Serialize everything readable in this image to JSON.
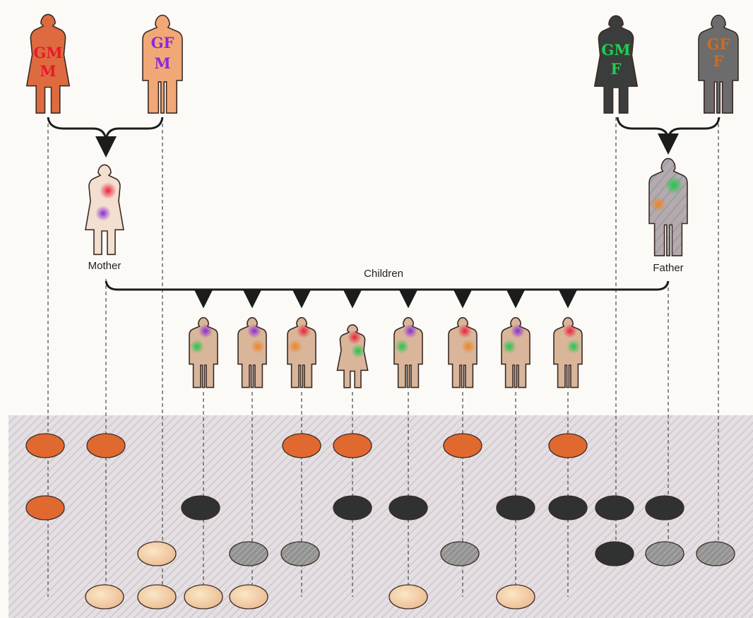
{
  "labels": {
    "children": "Children",
    "mother": "Mother",
    "father": "Father"
  },
  "grandparents": {
    "maternal_grandmother": {
      "line1": "GM",
      "line2": "M",
      "body_color": "#dd6b3f",
      "text_color": "#e8192a"
    },
    "maternal_grandfather": {
      "line1": "GF",
      "line2": "M",
      "body_color": "#f1a876",
      "text_color": "#8a2bd3"
    },
    "paternal_grandmother": {
      "line1": "GM",
      "line2": "F",
      "body_color": "#3a3d3b",
      "text_color": "#1fcf4f"
    },
    "paternal_grandfather": {
      "line1": "GF",
      "line2": "F",
      "body_color": "#6c6c6c",
      "text_color": "#d06a22"
    }
  },
  "children": [
    {
      "sex": "male",
      "spots": [
        "purple",
        "green"
      ]
    },
    {
      "sex": "male",
      "spots": [
        "purple",
        "orange"
      ]
    },
    {
      "sex": "male",
      "spots": [
        "red",
        "orange"
      ]
    },
    {
      "sex": "female",
      "spots": [
        "red",
        "green"
      ]
    },
    {
      "sex": "male",
      "spots": [
        "purple",
        "green"
      ]
    },
    {
      "sex": "male",
      "spots": [
        "red",
        "orange"
      ]
    },
    {
      "sex": "male",
      "spots": [
        "purple",
        "green"
      ]
    },
    {
      "sex": "male",
      "spots": [
        "red",
        "green"
      ]
    }
  ],
  "colors": {
    "orange": "#e0692f",
    "dark": "#2f3230",
    "striped": "#8f9490",
    "peach": "#f4d3a8",
    "red": "#ec1f3a",
    "purple": "#8a2bd3",
    "green": "#1fc64b",
    "spot_orange": "#ee8422",
    "body_tan": "#d9b59a"
  }
}
